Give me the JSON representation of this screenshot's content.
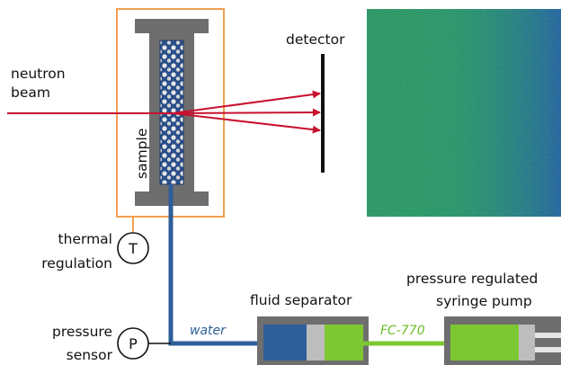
{
  "labels": {
    "neutron_beam_line1": "neutron",
    "neutron_beam_line2": "beam",
    "detector": "detector",
    "sample": "sample",
    "thermal_line1": "thermal",
    "thermal_line2": "regulation",
    "pressure_line1": "pressure",
    "pressure_line2": "sensor",
    "water": "water",
    "fluid_separator": "fluid separator",
    "fc770": "FC-770",
    "pump_line1": "pressure regulated",
    "pump_line2": "syringe pump"
  },
  "symbols": {
    "thermal": "T",
    "pressure": "P"
  },
  "colors": {
    "beam_red": "#c8102e",
    "cell_orange": "#f0a050",
    "cell_grey": "#6e6e6e",
    "sample_blue": "#2a4f8a",
    "water_blue": "#2e5f9a",
    "fc770_green": "#7dc832",
    "detector_black": "#111111",
    "water_label": "#2e5f9a",
    "fc770_label": "#6cbf2a"
  },
  "icons": [
    "thermal-sensor-icon",
    "pressure-sensor-icon",
    "detector-plate-icon"
  ]
}
